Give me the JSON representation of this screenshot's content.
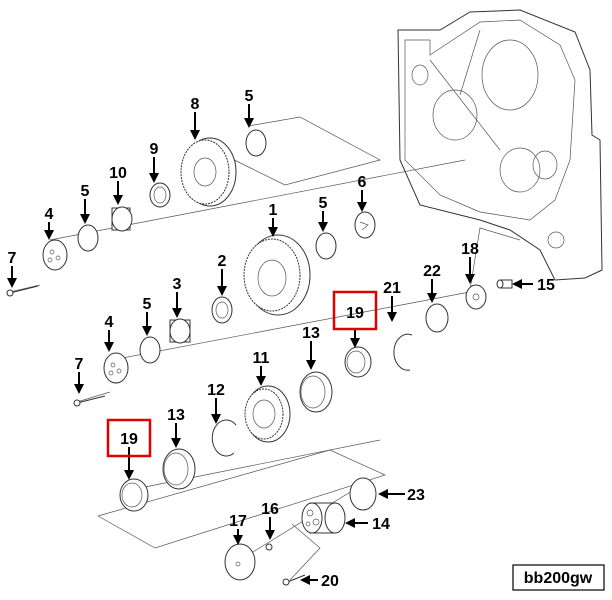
{
  "diagram": {
    "callouts": [
      "8",
      "5",
      "9",
      "10",
      "5",
      "4",
      "7",
      "1",
      "5",
      "6",
      "2",
      "3",
      "5",
      "4",
      "7",
      "19",
      "21",
      "22",
      "18",
      "15",
      "13",
      "11",
      "12",
      "13",
      "19",
      "23",
      "14",
      "16",
      "17",
      "20"
    ],
    "highlight_color": "#e00000",
    "highlighted_part": "19",
    "figure_code": "bb200gw"
  }
}
